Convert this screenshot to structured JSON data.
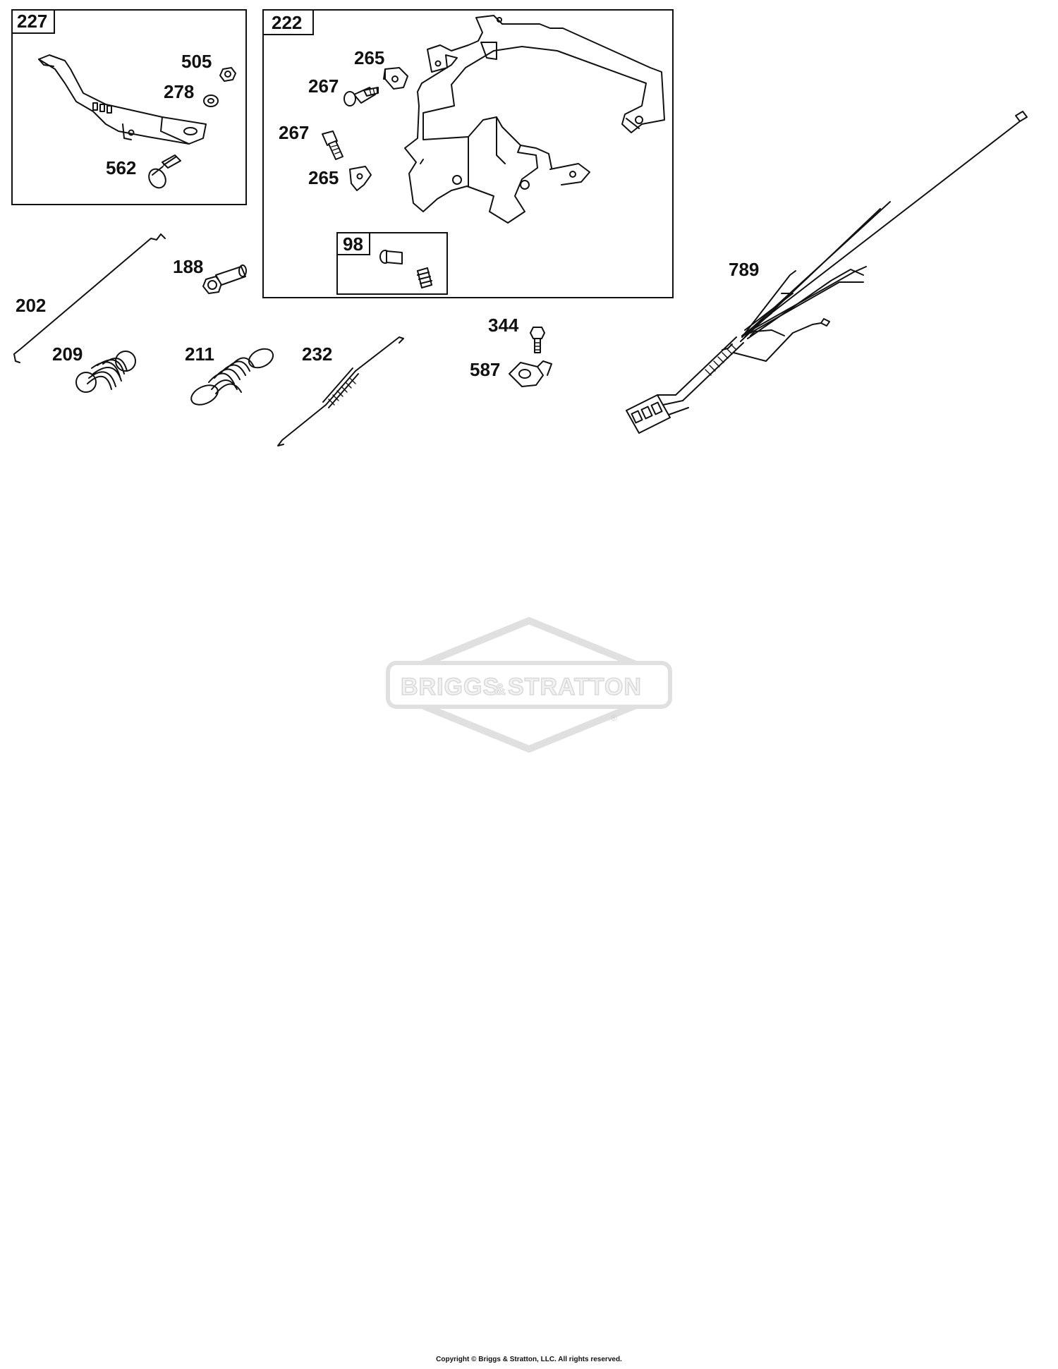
{
  "boxes": {
    "b227": "227",
    "b222": "222",
    "b98": "98"
  },
  "labels": {
    "p505": "505",
    "p278": "278",
    "p562": "562",
    "p265a": "265",
    "p267a": "267",
    "p267b": "267",
    "p265b": "265",
    "p188": "188",
    "p202": "202",
    "p209": "209",
    "p211": "211",
    "p232": "232",
    "p344": "344",
    "p587": "587",
    "p789": "789"
  },
  "watermark": {
    "brand_left": "BRIGGS",
    "brand_amp": "&",
    "brand_right": "STRATTON",
    "registered": "®"
  },
  "copyright": "Copyright © Briggs & Stratton, LLC. All rights reserved."
}
